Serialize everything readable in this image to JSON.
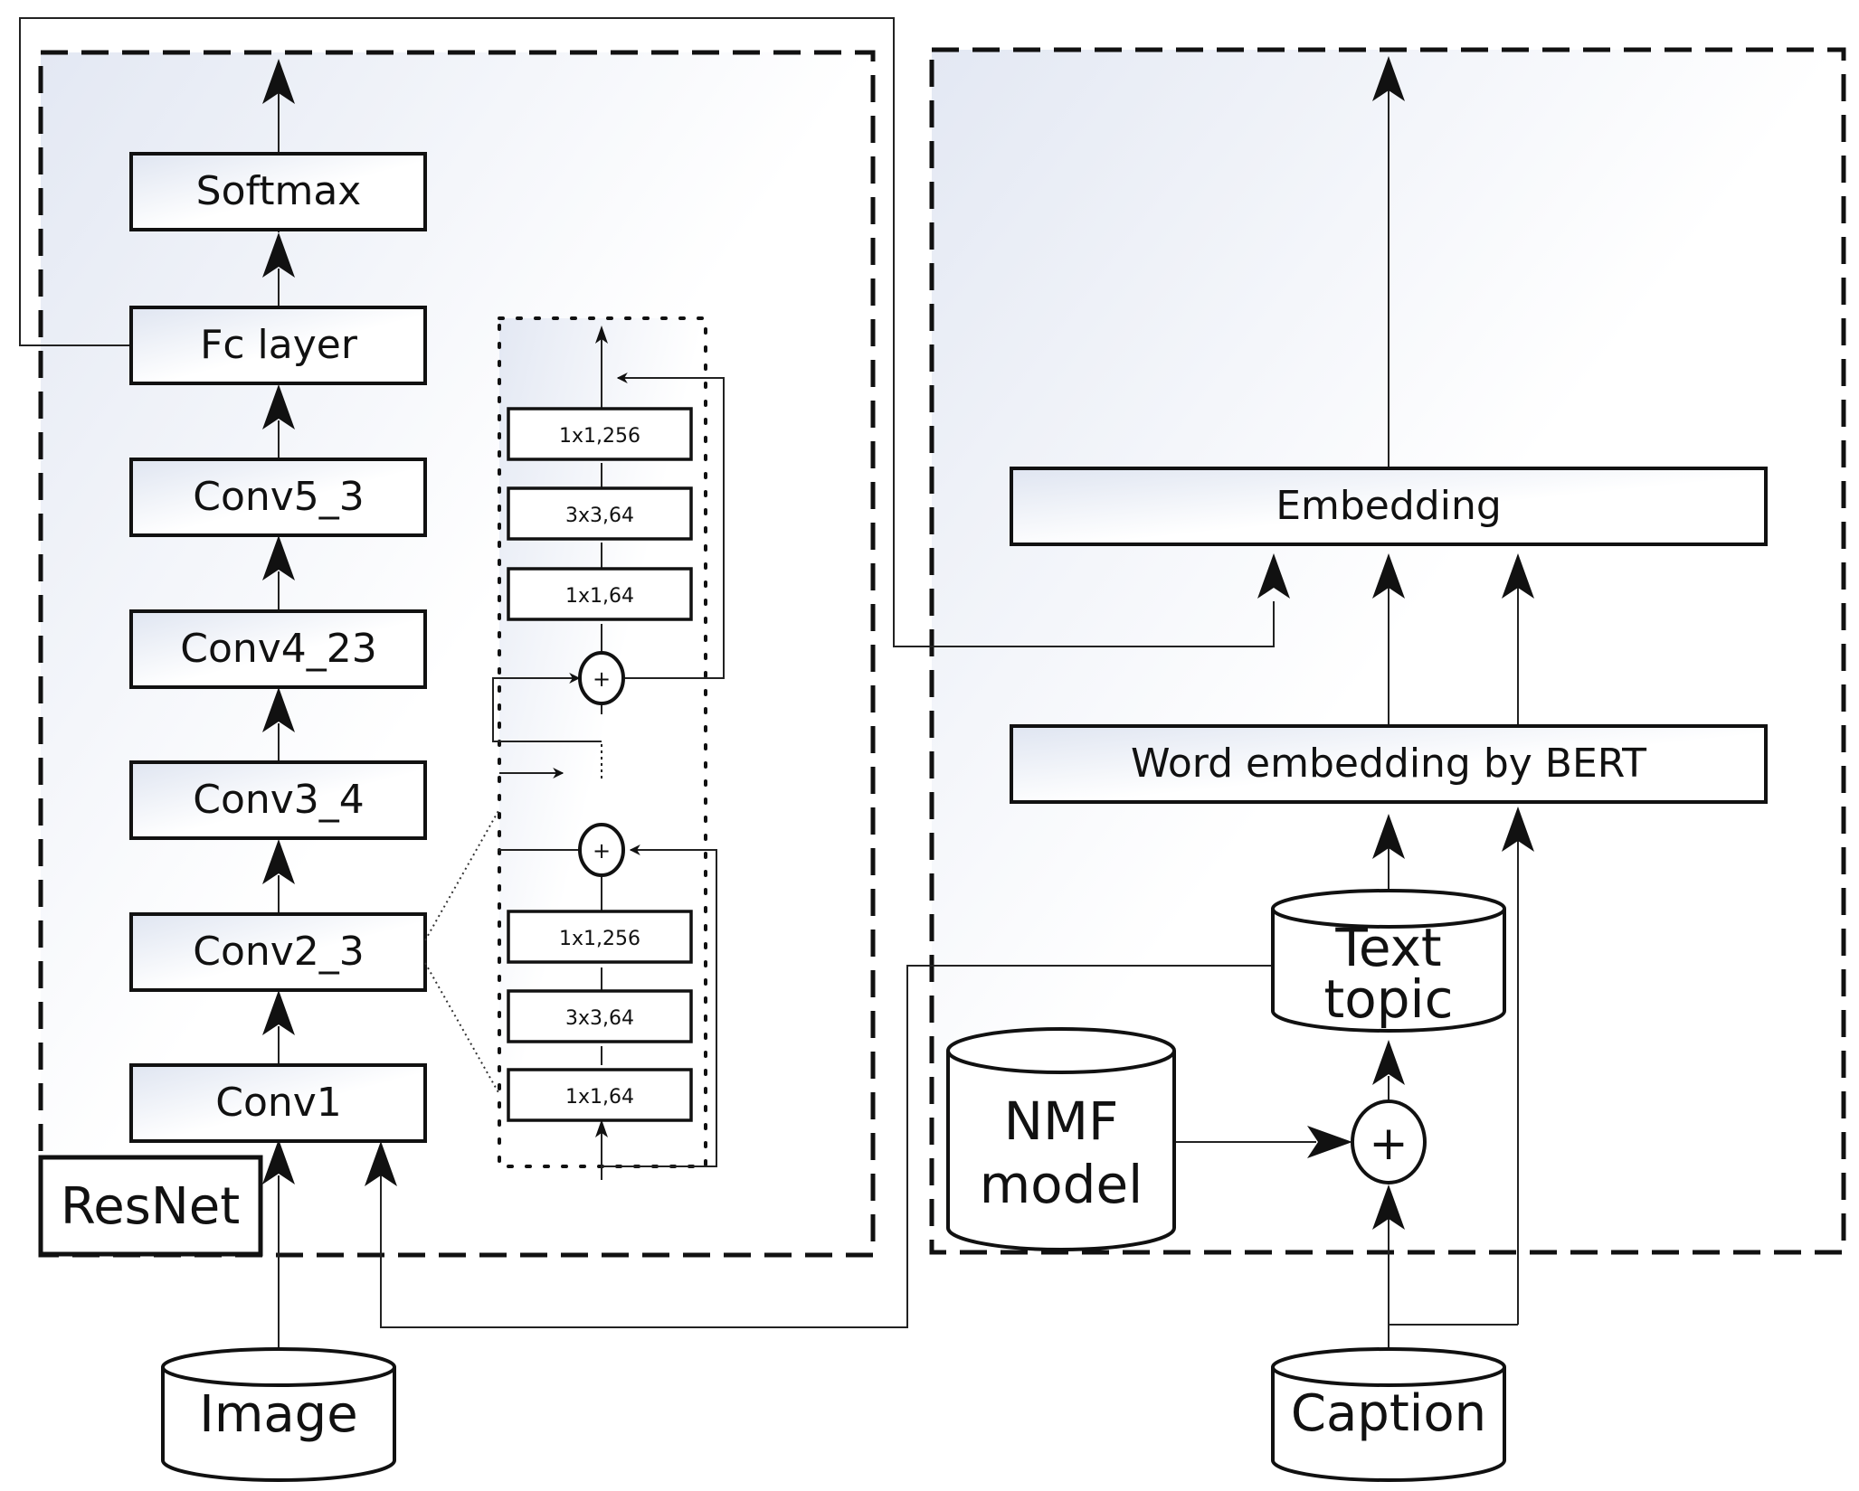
{
  "resnet_branch": {
    "layers": [
      "Softmax",
      "Fc layer",
      "Conv5_3",
      "Conv4_23",
      "Conv3_4",
      "Conv2_3",
      "Conv1"
    ],
    "tag": "ResNet",
    "input": "Image"
  },
  "bottleneck": {
    "upper": [
      "1x1,256",
      "3x3,64",
      "1x1,64"
    ],
    "lower": [
      "1x1,256",
      "3x3,64",
      "1x1,64"
    ],
    "sum_symbol": "+"
  },
  "text_branch": {
    "embedding": "Embedding",
    "word_embedding": "Word embedding by BERT",
    "text_topic_line1": "Text",
    "text_topic_line2": "topic",
    "nmf_line1": "NMF",
    "nmf_line2": "model",
    "sum_symbol": "+",
    "input": "Caption"
  }
}
